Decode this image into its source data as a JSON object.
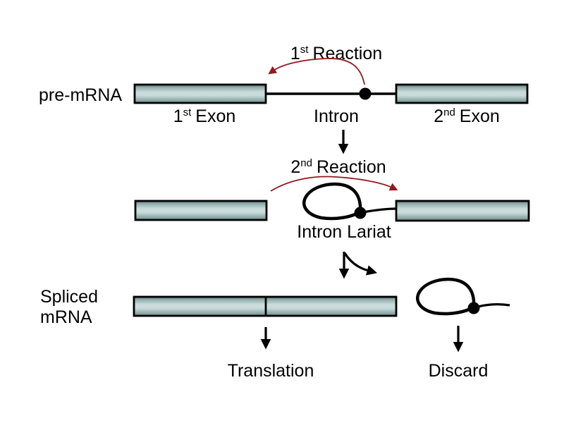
{
  "colors": {
    "accent_red": "#8e1c20",
    "exon_edge": "#557170",
    "exon_mid": "#8fabaa",
    "exon_highlight": "#c9dbda",
    "exon_bottom": "#6f8e8d",
    "outline": "#000000",
    "background": "#ffffff"
  },
  "row_premrna": {
    "label": "pre-mRNA",
    "reaction1": {
      "num": "1",
      "sup": "st",
      "word": "Reaction"
    },
    "exon1": {
      "num": "1",
      "sup": "st",
      "word": "Exon"
    },
    "intron": "Intron",
    "exon2": {
      "num": "2",
      "sup": "nd",
      "word": "Exon"
    }
  },
  "row_lariat": {
    "reaction2": {
      "num": "2",
      "sup": "nd",
      "word": "Reaction"
    },
    "label": "Intron Lariat"
  },
  "row_spliced": {
    "label_line1": "Spliced",
    "label_line2": "mRNA",
    "translation": "Translation",
    "discard": "Discard"
  }
}
